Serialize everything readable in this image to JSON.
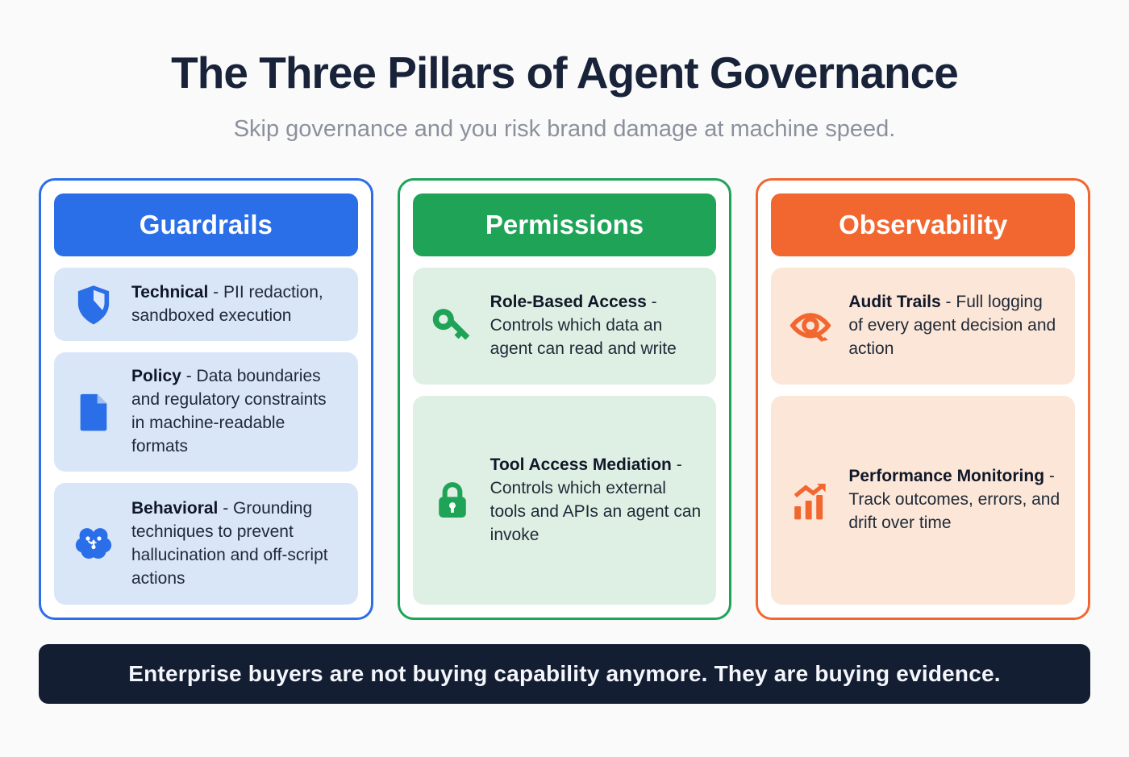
{
  "page": {
    "title": "The Three Pillars of Agent Governance",
    "subtitle": "Skip governance and you risk brand damage at machine speed.",
    "footer": "Enterprise buyers are not buying capability anymore. They are buying evidence."
  },
  "colors": {
    "blue": "#2a6ee8",
    "blue_light": "#d9e6f8",
    "green": "#1fa357",
    "green_light": "#def0e4",
    "orange": "#f2662f",
    "orange_light": "#fbe6d8",
    "navy": "#141e33"
  },
  "pillars": [
    {
      "name": "Guardrails",
      "items": [
        {
          "icon": "shield-icon",
          "title": "Technical",
          "desc": "- PII redaction, sandboxed execution"
        },
        {
          "icon": "document-icon",
          "title": "Policy",
          "desc": "- Data boundaries and regulatory constraints in machine-readable formats"
        },
        {
          "icon": "brain-icon",
          "title": "Behavioral",
          "desc": "- Grounding techniques to prevent hallucination and off-script actions"
        }
      ]
    },
    {
      "name": "Permissions",
      "items": [
        {
          "icon": "key-icon",
          "title": "Role-Based Access",
          "desc": "- Controls which data an agent can read and write"
        },
        {
          "icon": "lock-icon",
          "title": "Tool Access Mediation",
          "desc": "- Controls which external tools and APIs an agent can invoke"
        }
      ]
    },
    {
      "name": "Observability",
      "items": [
        {
          "icon": "eye-icon",
          "title": "Audit Trails",
          "desc": "- Full logging of every agent decision and action"
        },
        {
          "icon": "chart-icon",
          "title": "Performance Monitoring",
          "desc": "- Track outcomes, errors, and drift over time"
        }
      ]
    }
  ]
}
